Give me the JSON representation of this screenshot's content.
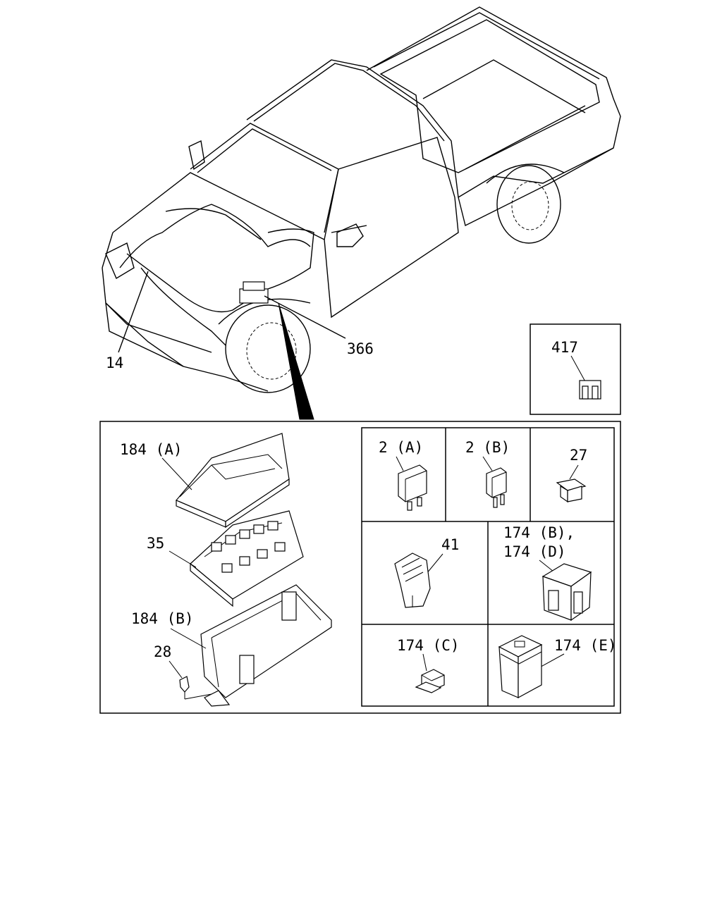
{
  "labels": {
    "harness_front": "14",
    "harness_fuse_box": "366",
    "fuse_417": "417",
    "cover_upper": "184 (A)",
    "fuse_block": "35",
    "cover_lower": "184 (B)",
    "screw": "28",
    "relay_2a": "2 (A)",
    "relay_2b": "2 (B)",
    "fuse_puller": "27",
    "fuse_41": "41",
    "fuse_174bd_1": "174 (B),",
    "fuse_174bd_2": "174 (D)",
    "fuse_174c": "174 (C)",
    "fuse_174e": "174 (E)"
  }
}
